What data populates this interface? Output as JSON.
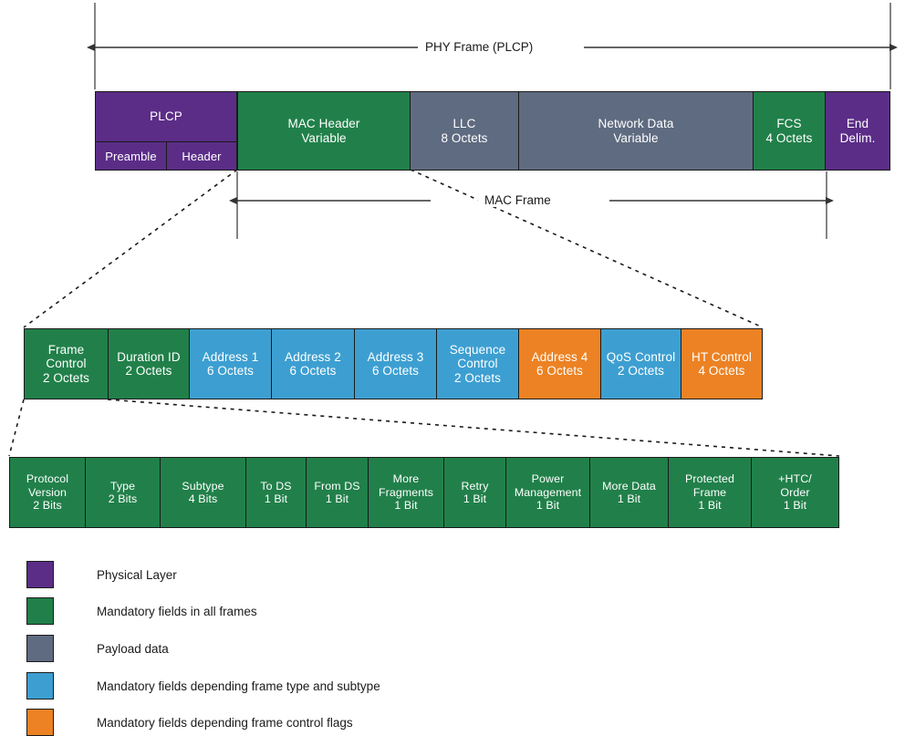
{
  "colors": {
    "physical_layer": "#5B2D87",
    "mandatory_all": "#21804A",
    "payload": "#5F6B80",
    "type_subtype": "#3D9FD1",
    "control_flags": "#EC8223",
    "outline": "#1a1a1a",
    "text_on_block": "#ffffff",
    "text_plain": "#1a1a1a",
    "background": "#ffffff"
  },
  "phy_row": {
    "dimension_label": "PHY Frame (PLCP)",
    "blocks": [
      {
        "label": "PLCP",
        "color_key": "physical_layer"
      },
      {
        "label": "MAC Header\nVariable",
        "color_key": "mandatory_all"
      },
      {
        "label": "LLC\n8 Octets",
        "color_key": "payload"
      },
      {
        "label": "Network Data\nVariable",
        "color_key": "payload"
      },
      {
        "label": "FCS\n4 Octets",
        "color_key": "mandatory_all"
      },
      {
        "label": "End\nDelim.",
        "color_key": "physical_layer"
      }
    ],
    "plcp_subblocks": [
      {
        "label": "Preamble",
        "color_key": "physical_layer"
      },
      {
        "label": "Header",
        "color_key": "physical_layer"
      }
    ]
  },
  "mac_row": {
    "dimension_label": "MAC Frame",
    "blocks": [
      {
        "label": "Frame\nControl\n2 Octets",
        "color_key": "mandatory_all"
      },
      {
        "label": "Duration ID\n2 Octets",
        "color_key": "mandatory_all"
      },
      {
        "label": "Address 1\n6 Octets",
        "color_key": "type_subtype"
      },
      {
        "label": "Address 2\n6 Octets",
        "color_key": "type_subtype"
      },
      {
        "label": "Address 3\n6 Octets",
        "color_key": "type_subtype"
      },
      {
        "label": "Sequence\nControl\n2 Octets",
        "color_key": "type_subtype"
      },
      {
        "label": "Address 4\n6 Octets",
        "color_key": "control_flags"
      },
      {
        "label": "QoS Control\n2 Octets",
        "color_key": "type_subtype"
      },
      {
        "label": "HT Control\n4 Octets",
        "color_key": "control_flags"
      }
    ]
  },
  "frame_control_row": {
    "blocks": [
      {
        "label": "Protocol\nVersion\n2 Bits",
        "color_key": "mandatory_all"
      },
      {
        "label": "Type\n2 Bits",
        "color_key": "mandatory_all"
      },
      {
        "label": "Subtype\n4 Bits",
        "color_key": "mandatory_all"
      },
      {
        "label": "To DS\n1 Bit",
        "color_key": "mandatory_all"
      },
      {
        "label": "From DS\n1 Bit",
        "color_key": "mandatory_all"
      },
      {
        "label": "More\nFragments\n1 Bit",
        "color_key": "mandatory_all"
      },
      {
        "label": "Retry\n1 Bit",
        "color_key": "mandatory_all"
      },
      {
        "label": "Power\nManagement\n1 Bit",
        "color_key": "mandatory_all"
      },
      {
        "label": "More Data\n1 Bit",
        "color_key": "mandatory_all"
      },
      {
        "label": "Protected\nFrame\n1 Bit",
        "color_key": "mandatory_all"
      },
      {
        "label": "+HTC/\nOrder\n1 Bit",
        "color_key": "mandatory_all"
      }
    ]
  },
  "legend": {
    "items": [
      {
        "label": "Physical Layer",
        "color_key": "physical_layer"
      },
      {
        "label": "Mandatory fields in all frames",
        "color_key": "mandatory_all"
      },
      {
        "label": "Payload data",
        "color_key": "payload"
      },
      {
        "label": "Mandatory fields depending frame type and subtype",
        "color_key": "type_subtype"
      },
      {
        "label": "Mandatory fields depending frame control flags",
        "color_key": "control_flags"
      }
    ]
  }
}
